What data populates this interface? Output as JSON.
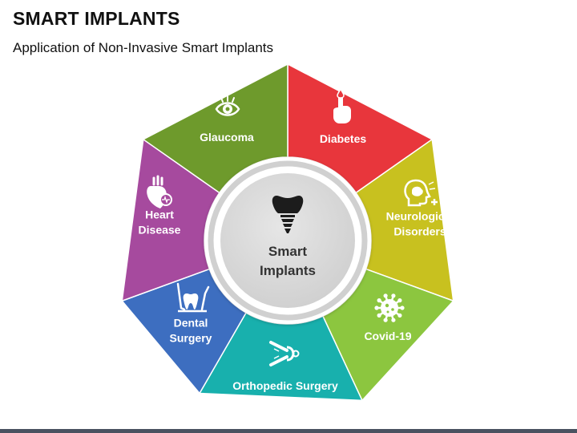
{
  "header": {
    "title": "SMART IMPLANTS",
    "subtitle": "Application of Non-Invasive Smart Implants"
  },
  "center": {
    "line1": "Smart",
    "line2": "Implants",
    "icon": "tooth-implant-icon"
  },
  "segments": [
    {
      "id": "diabetes",
      "lines": [
        "Diabetes"
      ],
      "color": "#e8363c",
      "icon": "finger-drop-icon"
    },
    {
      "id": "neurological-disorders",
      "lines": [
        "Neurological",
        "Disorders"
      ],
      "color": "#c8c11f",
      "icon": "brain-head-icon"
    },
    {
      "id": "covid-19",
      "lines": [
        "Covid-19"
      ],
      "color": "#8cc63f",
      "icon": "virus-icon"
    },
    {
      "id": "orthopedic-surgery",
      "lines": [
        "Orthopedic Surgery"
      ],
      "color": "#18b0ad",
      "icon": "knee-joint-icon"
    },
    {
      "id": "dental-surgery",
      "lines": [
        "Dental",
        "Surgery"
      ],
      "color": "#3d6ec0",
      "icon": "tooth-tools-icon"
    },
    {
      "id": "heart-disease",
      "lines": [
        "Heart",
        "Disease"
      ],
      "color": "#a64a9e",
      "icon": "heart-icon"
    },
    {
      "id": "glaucoma",
      "lines": [
        "Glaucoma"
      ],
      "color": "#6e9a2c",
      "icon": "eye-icon"
    }
  ],
  "colors": {
    "bottom_bar": "#4a5260",
    "center_fill": "#d9d9d9",
    "ring_stroke": "#ffffff"
  }
}
